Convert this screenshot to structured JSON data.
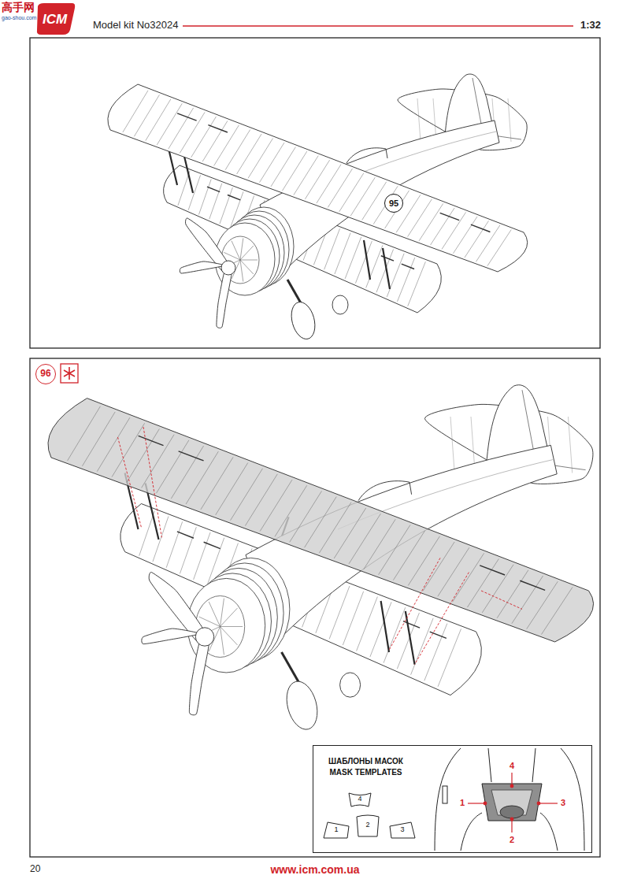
{
  "diagram": {
    "nodes": [
      {
        "text": [
          "95"
        ]
      },
      {
        "text": [
          "96"
        ]
      },
      {
        "text": [
          "ШАБЛОНЫ МАСОК",
          "MASK TEMPLATES"
        ]
      },
      {
        "text": [
          "4"
        ],
        "in": 2
      },
      {
        "text": [
          "1"
        ],
        "in": 2
      },
      {
        "text": [
          "2"
        ],
        "in": 2
      },
      {
        "text": [
          "3"
        ],
        "in": 2
      }
    ],
    "labels": [
      "高手网",
      "gao-shou.com",
      "ICM",
      "Model kit No32024",
      "1:32",
      "4",
      "1",
      "3",
      "2",
      "20",
      "www.icm.com.ua"
    ]
  }
}
